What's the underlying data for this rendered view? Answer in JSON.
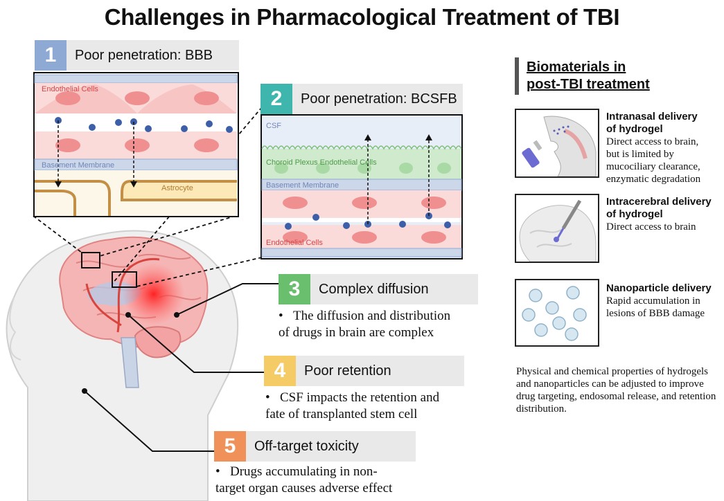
{
  "title": "Challenges in Pharmacological Treatment of TBI",
  "colors": {
    "blue": "#8ea9d4",
    "teal": "#3fb6ad",
    "green": "#6abf6e",
    "yellow": "#f4cb64",
    "orange": "#f0915a",
    "label_bg": "#e9e9e9",
    "endothelial": "#f5a8a8",
    "csf": "#e8eef7"
  },
  "panel1": {
    "number": "1",
    "label": "Poor penetration: BBB",
    "endothelial": "Endothelial Cells",
    "basement": "Basement Membrane",
    "astrocyte": "Astrocyte"
  },
  "panel2": {
    "number": "2",
    "label": "Poor penetration: BCSFB",
    "csf": "CSF",
    "choroid": "Choroid Plexus Endothelial Cells",
    "basement": "Basement Membrane",
    "endothelial": "Endothelial Cells"
  },
  "challenges": [
    {
      "number": "3",
      "label": "Complex diffusion",
      "text1": "The diffusion and distribution",
      "text2": "of drugs in brain are complex"
    },
    {
      "number": "4",
      "label": "Poor retention",
      "text1": "CSF impacts the retention and",
      "text2": "fate of transplanted stem cell"
    },
    {
      "number": "5",
      "label": "Off-target toxicity",
      "text1": "Drugs accumulating in non-",
      "text2": "target organ causes adverse effect"
    }
  ],
  "biomaterials": {
    "heading1": "Biomaterials in",
    "heading2": "post-TBI treatment",
    "items": [
      {
        "title1": "Intranasal delivery",
        "title2": "of hydrogel",
        "lines": [
          "Direct access to brain,",
          "but is limited by",
          "mucociliary clearance,",
          "enzymatic degradation"
        ]
      },
      {
        "title1": "Intracerebral delivery",
        "title2": "of hydrogel",
        "lines": [
          "Direct access to brain"
        ]
      },
      {
        "title1": "Nanoparticle delivery",
        "title2": "",
        "lines": [
          "Rapid accumulation in",
          "lesions of BBB damage"
        ]
      }
    ],
    "footnote": "Physical and chemical properties of hydrogels and nanoparticles can be adjusted to improve drug targeting, endosomal release, and retention distribution."
  }
}
